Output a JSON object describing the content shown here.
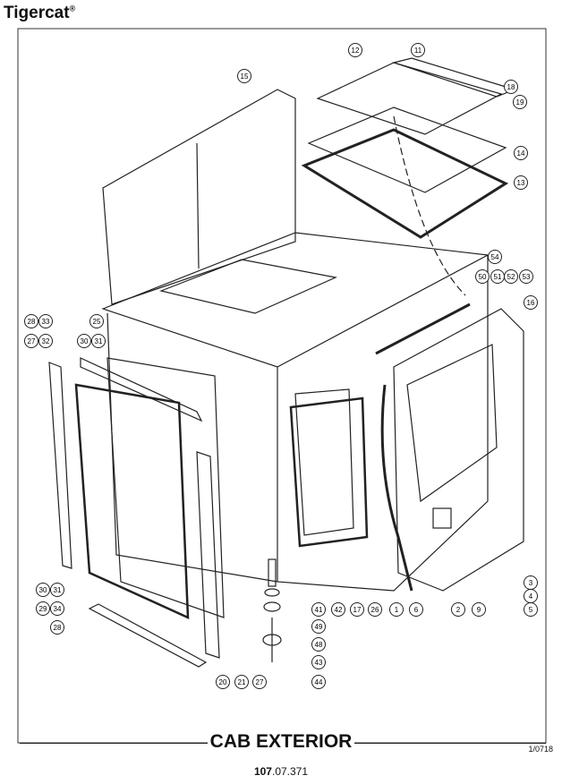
{
  "header": {
    "brand": "Tigercat",
    "brand_mark": "®"
  },
  "diagram": {
    "title": "CAB EXTERIOR",
    "revision": "1/0718",
    "page_number_bold": "107",
    "page_number_rest": ".07.371",
    "callouts": [
      "12",
      "11",
      "15",
      "18",
      "19",
      "14",
      "13",
      "54",
      "50",
      "51",
      "52",
      "53",
      "16",
      "28",
      "33",
      "25",
      "27",
      "32",
      "30",
      "31",
      "30",
      "31",
      "29",
      "34",
      "28",
      "41",
      "42",
      "17",
      "26",
      "1",
      "6",
      "2",
      "9",
      "3",
      "4",
      "5",
      "49",
      "48",
      "43",
      "44",
      "20",
      "21",
      "27"
    ]
  }
}
